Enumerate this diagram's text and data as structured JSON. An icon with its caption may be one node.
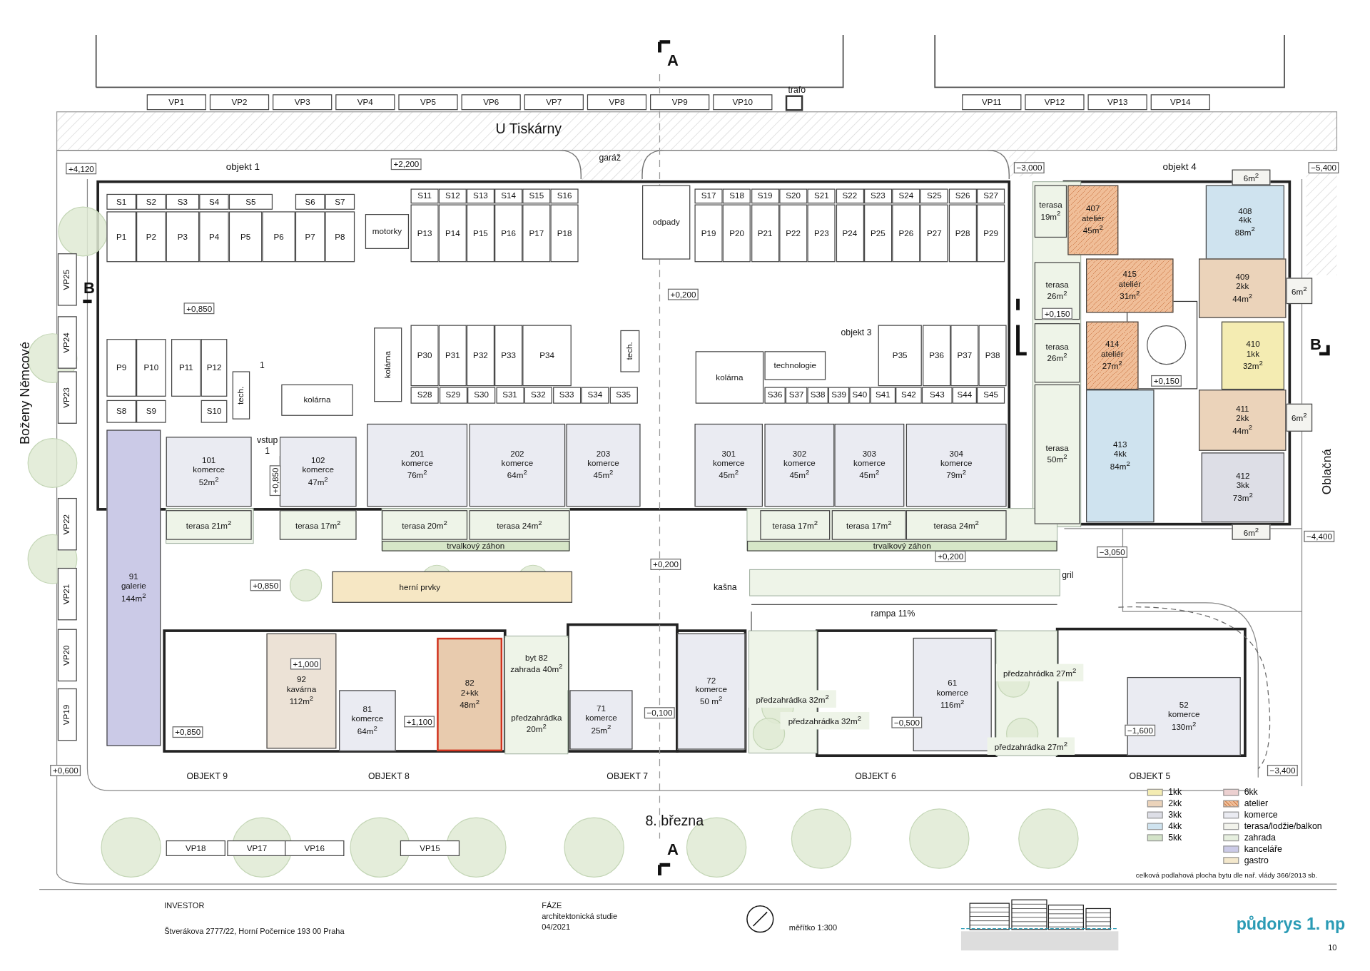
{
  "diagram": {
    "nodes": [
      {
        "text": [
          "VP1"
        ]
      },
      {
        "text": [
          "VP2"
        ]
      },
      {
        "text": [
          "VP3"
        ]
      },
      {
        "text": [
          "VP4"
        ]
      },
      {
        "text": [
          "VP5"
        ]
      },
      {
        "text": [
          "VP6"
        ]
      },
      {
        "text": [
          "VP7"
        ]
      },
      {
        "text": [
          "VP8"
        ]
      },
      {
        "text": [
          "VP9"
        ]
      },
      {
        "text": [
          "VP10"
        ]
      },
      {
        "text": [
          "VP11"
        ]
      },
      {
        "text": [
          "VP12"
        ]
      },
      {
        "text": [
          "VP13"
        ]
      },
      {
        "text": [
          "VP14"
        ]
      },
      {
        "text": [
          "VP25"
        ]
      },
      {
        "text": [
          "VP24"
        ]
      },
      {
        "text": [
          "VP23"
        ]
      },
      {
        "text": [
          "VP22"
        ]
      },
      {
        "text": [
          "VP21"
        ]
      },
      {
        "text": [
          "VP20"
        ]
      },
      {
        "text": [
          "VP19"
        ]
      },
      {
        "text": [
          "S1"
        ]
      },
      {
        "text": [
          "S2"
        ]
      },
      {
        "text": [
          "S3"
        ]
      },
      {
        "text": [
          "S4"
        ]
      },
      {
        "text": [
          "S5"
        ]
      },
      {
        "text": [
          "S6"
        ]
      },
      {
        "text": [
          "S7"
        ]
      },
      {
        "text": [
          "P1"
        ]
      },
      {
        "text": [
          "P2"
        ]
      },
      {
        "text": [
          "P3"
        ]
      },
      {
        "text": [
          "P4"
        ]
      },
      {
        "text": [
          "P5"
        ]
      },
      {
        "text": [
          "P6"
        ]
      },
      {
        "text": [
          "P7"
        ]
      },
      {
        "text": [
          "P8"
        ]
      },
      {
        "text": [
          "motorky"
        ]
      },
      {
        "text": [
          "S11"
        ]
      },
      {
        "text": [
          "S12"
        ]
      },
      {
        "text": [
          "S13"
        ]
      },
      {
        "text": [
          "S14"
        ]
      },
      {
        "text": [
          "S15"
        ]
      },
      {
        "text": [
          "S16"
        ]
      },
      {
        "text": [
          "P13"
        ]
      },
      {
        "text": [
          "P14"
        ]
      },
      {
        "text": [
          "P15"
        ]
      },
      {
        "text": [
          "P16"
        ]
      },
      {
        "text": [
          "P17"
        ]
      },
      {
        "text": [
          "P18"
        ]
      },
      {
        "text": [
          "odpady"
        ]
      },
      {
        "text": [
          "S17"
        ]
      },
      {
        "text": [
          "S18"
        ]
      },
      {
        "text": [
          "S19"
        ]
      },
      {
        "text": [
          "S20"
        ]
      },
      {
        "text": [
          "S21"
        ]
      },
      {
        "text": [
          "S22"
        ]
      },
      {
        "text": [
          "S23"
        ]
      },
      {
        "text": [
          "S24"
        ]
      },
      {
        "text": [
          "S25"
        ]
      },
      {
        "text": [
          "S26"
        ]
      },
      {
        "text": [
          "S27"
        ]
      },
      {
        "text": [
          "P19"
        ]
      },
      {
        "text": [
          "P20"
        ]
      },
      {
        "text": [
          "P21"
        ]
      },
      {
        "text": [
          "P22"
        ]
      },
      {
        "text": [
          "P23"
        ]
      },
      {
        "text": [
          "P24"
        ]
      },
      {
        "text": [
          "P25"
        ]
      },
      {
        "text": [
          "P26"
        ]
      },
      {
        "text": [
          "P27"
        ]
      },
      {
        "text": [
          "P28"
        ]
      },
      {
        "text": [
          "P29"
        ]
      },
      {
        "text": [
          "terasa 19m$^{2}$"
        ]
      },
      {
        "text": [
          "407",
          "ateliér",
          "45m$^{2}$"
        ]
      },
      {
        "text": [
          "6m$^{2}$"
        ]
      },
      {
        "text": [
          "408",
          "4kk",
          "88m$^{2}$"
        ]
      },
      {
        "text": [
          "terasa 26m$^{2}$"
        ]
      },
      {
        "text": [
          "415",
          "ateliér",
          "31m$^{2}$"
        ]
      },
      {
        "text": [
          "409",
          "2kk",
          "44m$^{2}$"
        ]
      },
      {
        "text": [
          "6m$^{2}$"
        ]
      },
      {
        "text": [
          "P9"
        ]
      },
      {
        "text": [
          "P10"
        ]
      },
      {
        "text": [
          "P11"
        ]
      },
      {
        "text": [
          "P12"
        ]
      },
      {
        "text": [
          "tech."
        ]
      },
      {
        "text": [
          "kolárna"
        ]
      },
      {
        "text": [
          "P30"
        ]
      },
      {
        "text": [
          "P31"
        ]
      },
      {
        "text": [
          "P32"
        ]
      },
      {
        "text": [
          "P33"
        ]
      },
      {
        "text": [
          "P34"
        ]
      },
      {
        "text": [
          "tech."
        ]
      },
      {
        "text": [
          "kolárna"
        ]
      },
      {
        "text": [
          "technologie"
        ]
      },
      {
        "text": [
          "P35"
        ]
      },
      {
        "text": [
          "P36"
        ]
      },
      {
        "text": [
          "P37"
        ]
      },
      {
        "text": [
          "P38"
        ]
      },
      {
        "text": [
          "terasa 26m$^{2}$"
        ]
      },
      {
        "text": [
          "414",
          "ateliér",
          "27m$^{2}$"
        ]
      },
      {
        "text": [
          "410",
          "1kk",
          "32m$^{2}$"
        ]
      },
      {
        "text": [
          "S8"
        ]
      },
      {
        "text": [
          "S9"
        ]
      },
      {
        "text": [
          "S10"
        ]
      },
      {
        "text": [
          "kolárna"
        ]
      },
      {
        "text": [
          "S28"
        ]
      },
      {
        "text": [
          "S29"
        ]
      },
      {
        "text": [
          "S30"
        ]
      },
      {
        "text": [
          "S31"
        ]
      },
      {
        "text": [
          "S32"
        ]
      },
      {
        "text": [
          "S33"
        ]
      },
      {
        "text": [
          "S34"
        ]
      },
      {
        "text": [
          "S35"
        ]
      },
      {
        "text": [
          "S36"
        ]
      },
      {
        "text": [
          "S37"
        ]
      },
      {
        "text": [
          "S38"
        ]
      },
      {
        "text": [
          "S39"
        ]
      },
      {
        "text": [
          "S40"
        ]
      },
      {
        "text": [
          "S41"
        ]
      },
      {
        "text": [
          "S42"
        ]
      },
      {
        "text": [
          "S43"
        ]
      },
      {
        "text": [
          "S44"
        ]
      },
      {
        "text": [
          "S45"
        ]
      },
      {
        "text": [
          "411",
          "2kk",
          "44m$^{2}$"
        ]
      },
      {
        "text": [
          "6m$^{2}$"
        ]
      },
      {
        "text": [
          "terasa 50m$^{2}$"
        ]
      },
      {
        "text": [
          "91",
          "galerie",
          "144m$^{2}$"
        ]
      },
      {
        "text": [
          "101",
          "komerce",
          "52m$^{2}$"
        ]
      },
      {
        "text": [
          "102",
          "komerce",
          "47m$^{2}$"
        ]
      },
      {
        "text": [
          "201",
          "komerce",
          "76m$^{2}$"
        ]
      },
      {
        "text": [
          "202",
          "komerce",
          "64m$^{2}$"
        ]
      },
      {
        "text": [
          "203",
          "komerce",
          "45m$^{2}$"
        ]
      },
      {
        "text": [
          "301",
          "komerce",
          "45m$^{2}$"
        ]
      },
      {
        "text": [
          "302",
          "komerce",
          "45m$^{2}$"
        ]
      },
      {
        "text": [
          "303",
          "komerce",
          "45m$^{2}$"
        ]
      },
      {
        "text": [
          "304",
          "komerce",
          "79m$^{2}$"
        ]
      },
      {
        "text": [
          "413",
          "4kk",
          "84m$^{2}$"
        ]
      },
      {
        "text": [
          "412",
          "3kk",
          "73m$^{2}$"
        ]
      },
      {
        "text": [
          "terasa 21m$^{2}$"
        ]
      },
      {
        "text": [
          "terasa 17m$^{2}$"
        ]
      },
      {
        "text": [
          "terasa 20m$^{2}$"
        ]
      },
      {
        "text": [
          "terasa 24m$^{2}$"
        ]
      },
      {
        "text": [
          "terasa 17m$^{2}$"
        ]
      },
      {
        "text": [
          "terasa 17m$^{2}$"
        ]
      },
      {
        "text": [
          "terasa 24m$^{2}$"
        ]
      },
      {
        "text": [
          "6m$^{2}$"
        ]
      },
      {
        "text": [
          "trvalkový záhon"
        ]
      },
      {
        "text": [
          "trvalkový záhon"
        ]
      },
      {
        "text": [
          "herní prvky"
        ]
      },
      {
        "text": [
          "92",
          "kavárna",
          "112m$^{2}$"
        ]
      },
      {
        "text": [
          "byt 82",
          "zahrada 40m$^{2}$"
        ]
      },
      {
        "text": [
          "72",
          "komerce",
          "50 m$^{2}$"
        ]
      },
      {
        "text": [
          "předzahrádka 32m$^{2}$"
        ]
      },
      {
        "text": [
          "předzahrádka 27m$^{2}$"
        ]
      },
      {
        "text": [
          "81",
          "komerce",
          "64m$^{2}$"
        ]
      },
      {
        "text": [
          "předzahrádka 32m$^{2}$"
        ]
      },
      {
        "text": [
          "82",
          "2+kk",
          "48m$^{2}$"
        ]
      },
      {
        "text": [
          "71",
          "komerce",
          "25m$^{2}$"
        ]
      },
      {
        "text": [
          "61",
          "komerce",
          "116m$^{2}$"
        ]
      },
      {
        "text": [
          "52",
          "komerce",
          "130m$^{2}$"
        ]
      },
      {
        "text": [
          "předzahrádka 20m$^{2}$"
        ]
      },
      {
        "text": [
          "předzahrádka 27m$^{2}$"
        ]
      },
      {
        "text": [
          "VP18"
        ]
      },
      {
        "text": [
          "VP17"
        ]
      },
      {
        "text": [
          "VP16"
        ]
      },
      {
        "text": [
          "VP15"
        ]
      }
    ],
    "labels": [
      "A",
      "U Tiskárny",
      "trafo",
      "+4,120",
      "objekt 1",
      "+2,200",
      "garáž",
      "−3,000",
      "objekt 4",
      "−5,400",
      "B",
      "Boženy Němcové",
      "+0,850",
      "+0,200",
      "objekt 3",
      "+0,150",
      "+0,150",
      "B",
      "1",
      "vstup 1",
      "+0,850",
      "Oblačná",
      "−4,400",
      "+0,200",
      "−3,050",
      "+0,200",
      "+0,850",
      "kašna",
      "gril",
      "rampa 11%",
      "+1,000",
      "+0,850",
      "+1,100",
      "−0,100",
      "−0,500",
      "−1,600",
      "+0,600",
      "OBJEKT 9",
      "OBJEKT 8",
      "OBJEKT 7",
      "OBJEKT 6",
      "OBJEKT 5",
      "−3,400",
      "8. března",
      "A",
      "celková podlahová plocha bytu dle nař. vlády 366/2013 sb.",
      "INVESTOR",
      "Štverákova 2777/22, Horní Počernice 193 00 Praha",
      "FÁZE",
      "architektonická studie",
      "04/2021",
      "měřítko 1:300",
      "půdorys 1. np",
      "10"
    ],
    "legend": [
      {
        "text": "1kk",
        "color": "#f4ecb2"
      },
      {
        "text": "2kk",
        "color": "#ebd3ba"
      },
      {
        "text": "3kk",
        "color": "#dddee6"
      },
      {
        "text": "4kk",
        "color": "#cfe3ef"
      },
      {
        "text": "5kk",
        "color": "#d3e3c8"
      },
      {
        "text": "6kk",
        "color": "#ecd0d0"
      },
      {
        "text": "atelier",
        "color": "#f0be98"
      },
      {
        "text": "komerce",
        "color": "#eaebf2"
      },
      {
        "text": "terasa/lodžie/balkon",
        "color": "#f2f3ec"
      },
      {
        "text": "zahrada",
        "color": "#e6efdf"
      },
      {
        "text": "kanceláře",
        "color": "#cbcae7"
      },
      {
        "text": "gastro",
        "color": "#f4e8cc"
      }
    ]
  }
}
